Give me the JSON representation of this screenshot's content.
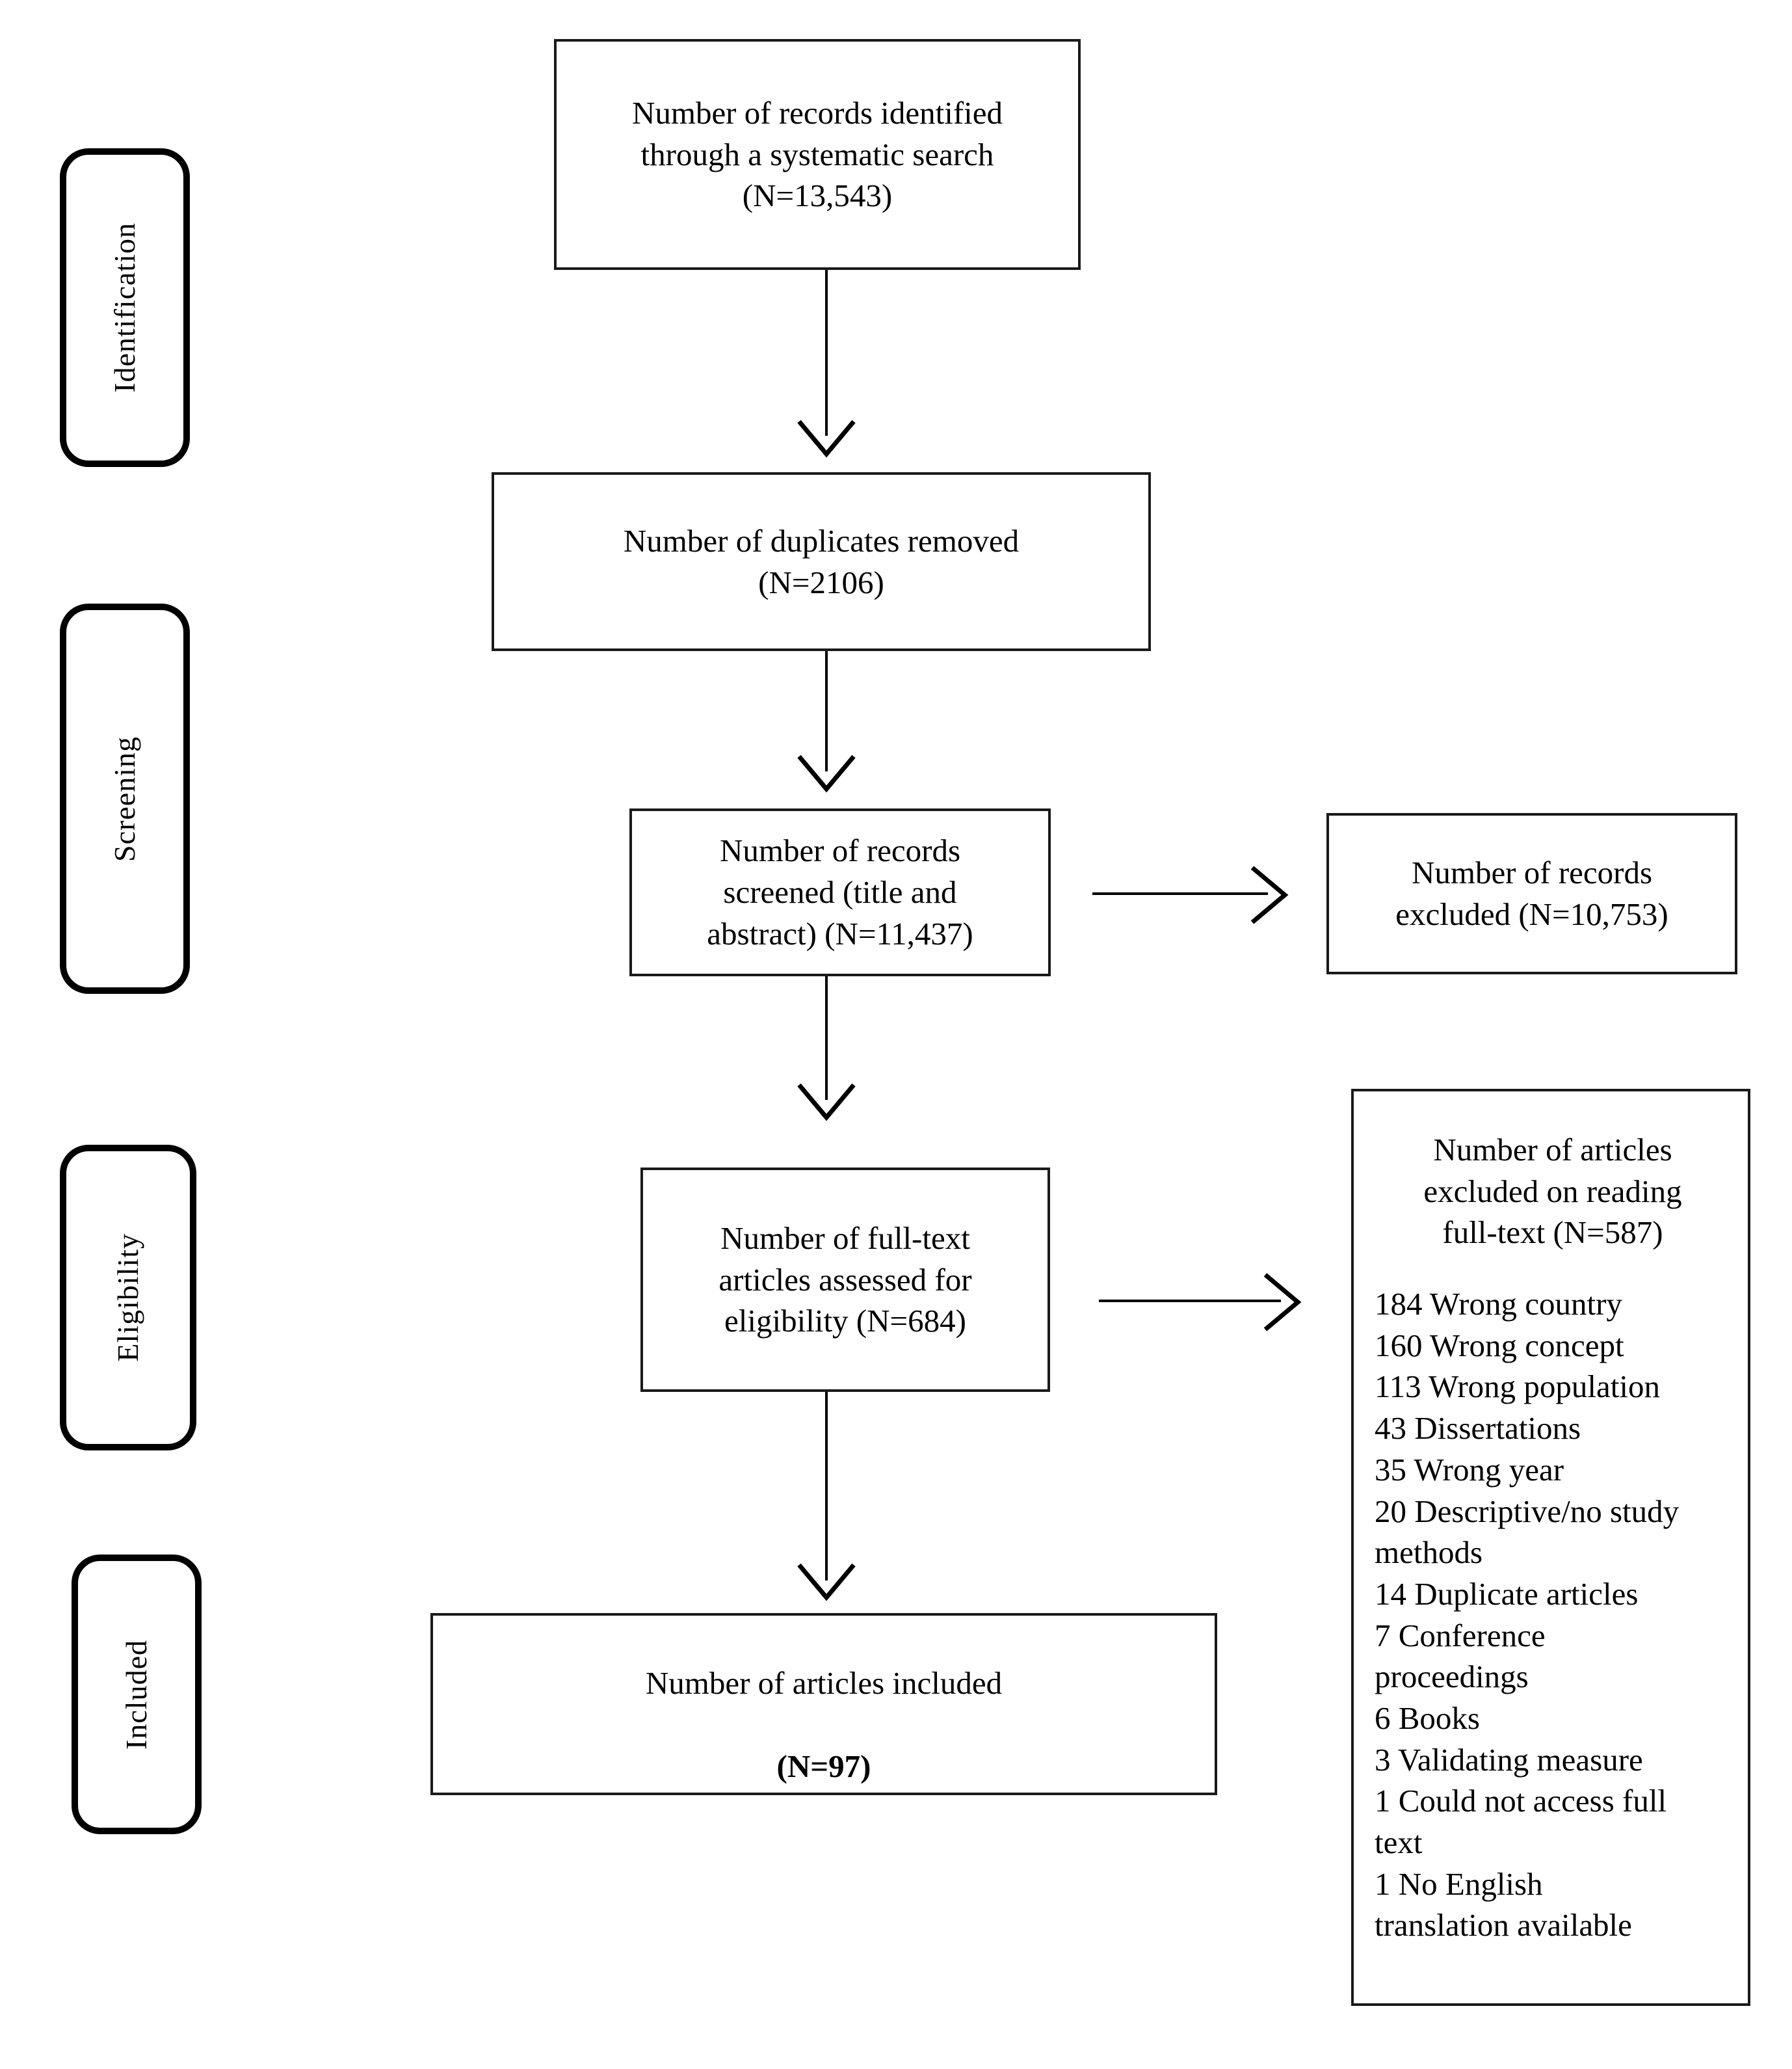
{
  "diagram": {
    "type": "PRISMA flow diagram",
    "stages": [
      {
        "id": "identification",
        "label": "Identification"
      },
      {
        "id": "screening",
        "label": "Screening"
      },
      {
        "id": "eligibility",
        "label": "Eligibility"
      },
      {
        "id": "included",
        "label": "Included"
      }
    ],
    "boxes": {
      "identified": {
        "text": "Number of records identified\nthrough a systematic search\n(N=13,543)",
        "count": 13543
      },
      "duplicates_removed": {
        "text": "Number of duplicates removed\n(N=2106)",
        "count": 2106
      },
      "screened": {
        "text": "Number of records\nscreened (title and\nabstract) (N=11,437)",
        "count": 11437
      },
      "records_excluded": {
        "text": "Number of records\nexcluded (N=10,753)",
        "count": 10753
      },
      "fulltext_assessed": {
        "text": "Number of full-text\narticles assessed for\neligibility (N=684)",
        "count": 684
      },
      "articles_included": {
        "line1": "Number of articles included",
        "line2": "(N=97)",
        "count": 97
      },
      "articles_excluded": {
        "heading": "Number of articles\nexcluded on reading\nfull-text (N=587)",
        "count": 587,
        "reasons": [
          "184 Wrong country",
          "160 Wrong concept",
          "113 Wrong population",
          "43 Dissertations",
          "35 Wrong year",
          "20 Descriptive/no study",
          "methods",
          "14 Duplicate articles",
          "7 Conference",
          "proceedings",
          "6 Books",
          "3 Validating measure",
          "1 Could not access full",
          "text",
          "1 No English",
          "translation available"
        ]
      }
    },
    "colors": {
      "stroke": "#000000",
      "box_border": "#1a1a1a",
      "background": "#ffffff"
    }
  }
}
